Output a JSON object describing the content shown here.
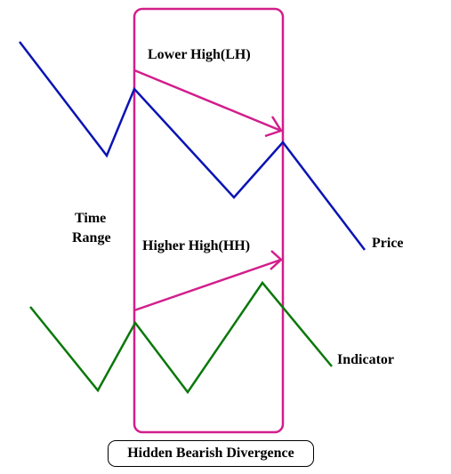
{
  "labels": {
    "lower_high": "Lower High(LH)",
    "higher_high": "Higher High(HH)",
    "time_range_line1": "Time",
    "time_range_line2": "Range",
    "price": "Price",
    "indicator": "Indicator",
    "caption": "Hidden Bearish Divergence"
  },
  "colors": {
    "price_line": "#0a14b4",
    "indicator_line": "#0a780a",
    "highlight": "#d21e8c",
    "text": "#000000"
  }
}
